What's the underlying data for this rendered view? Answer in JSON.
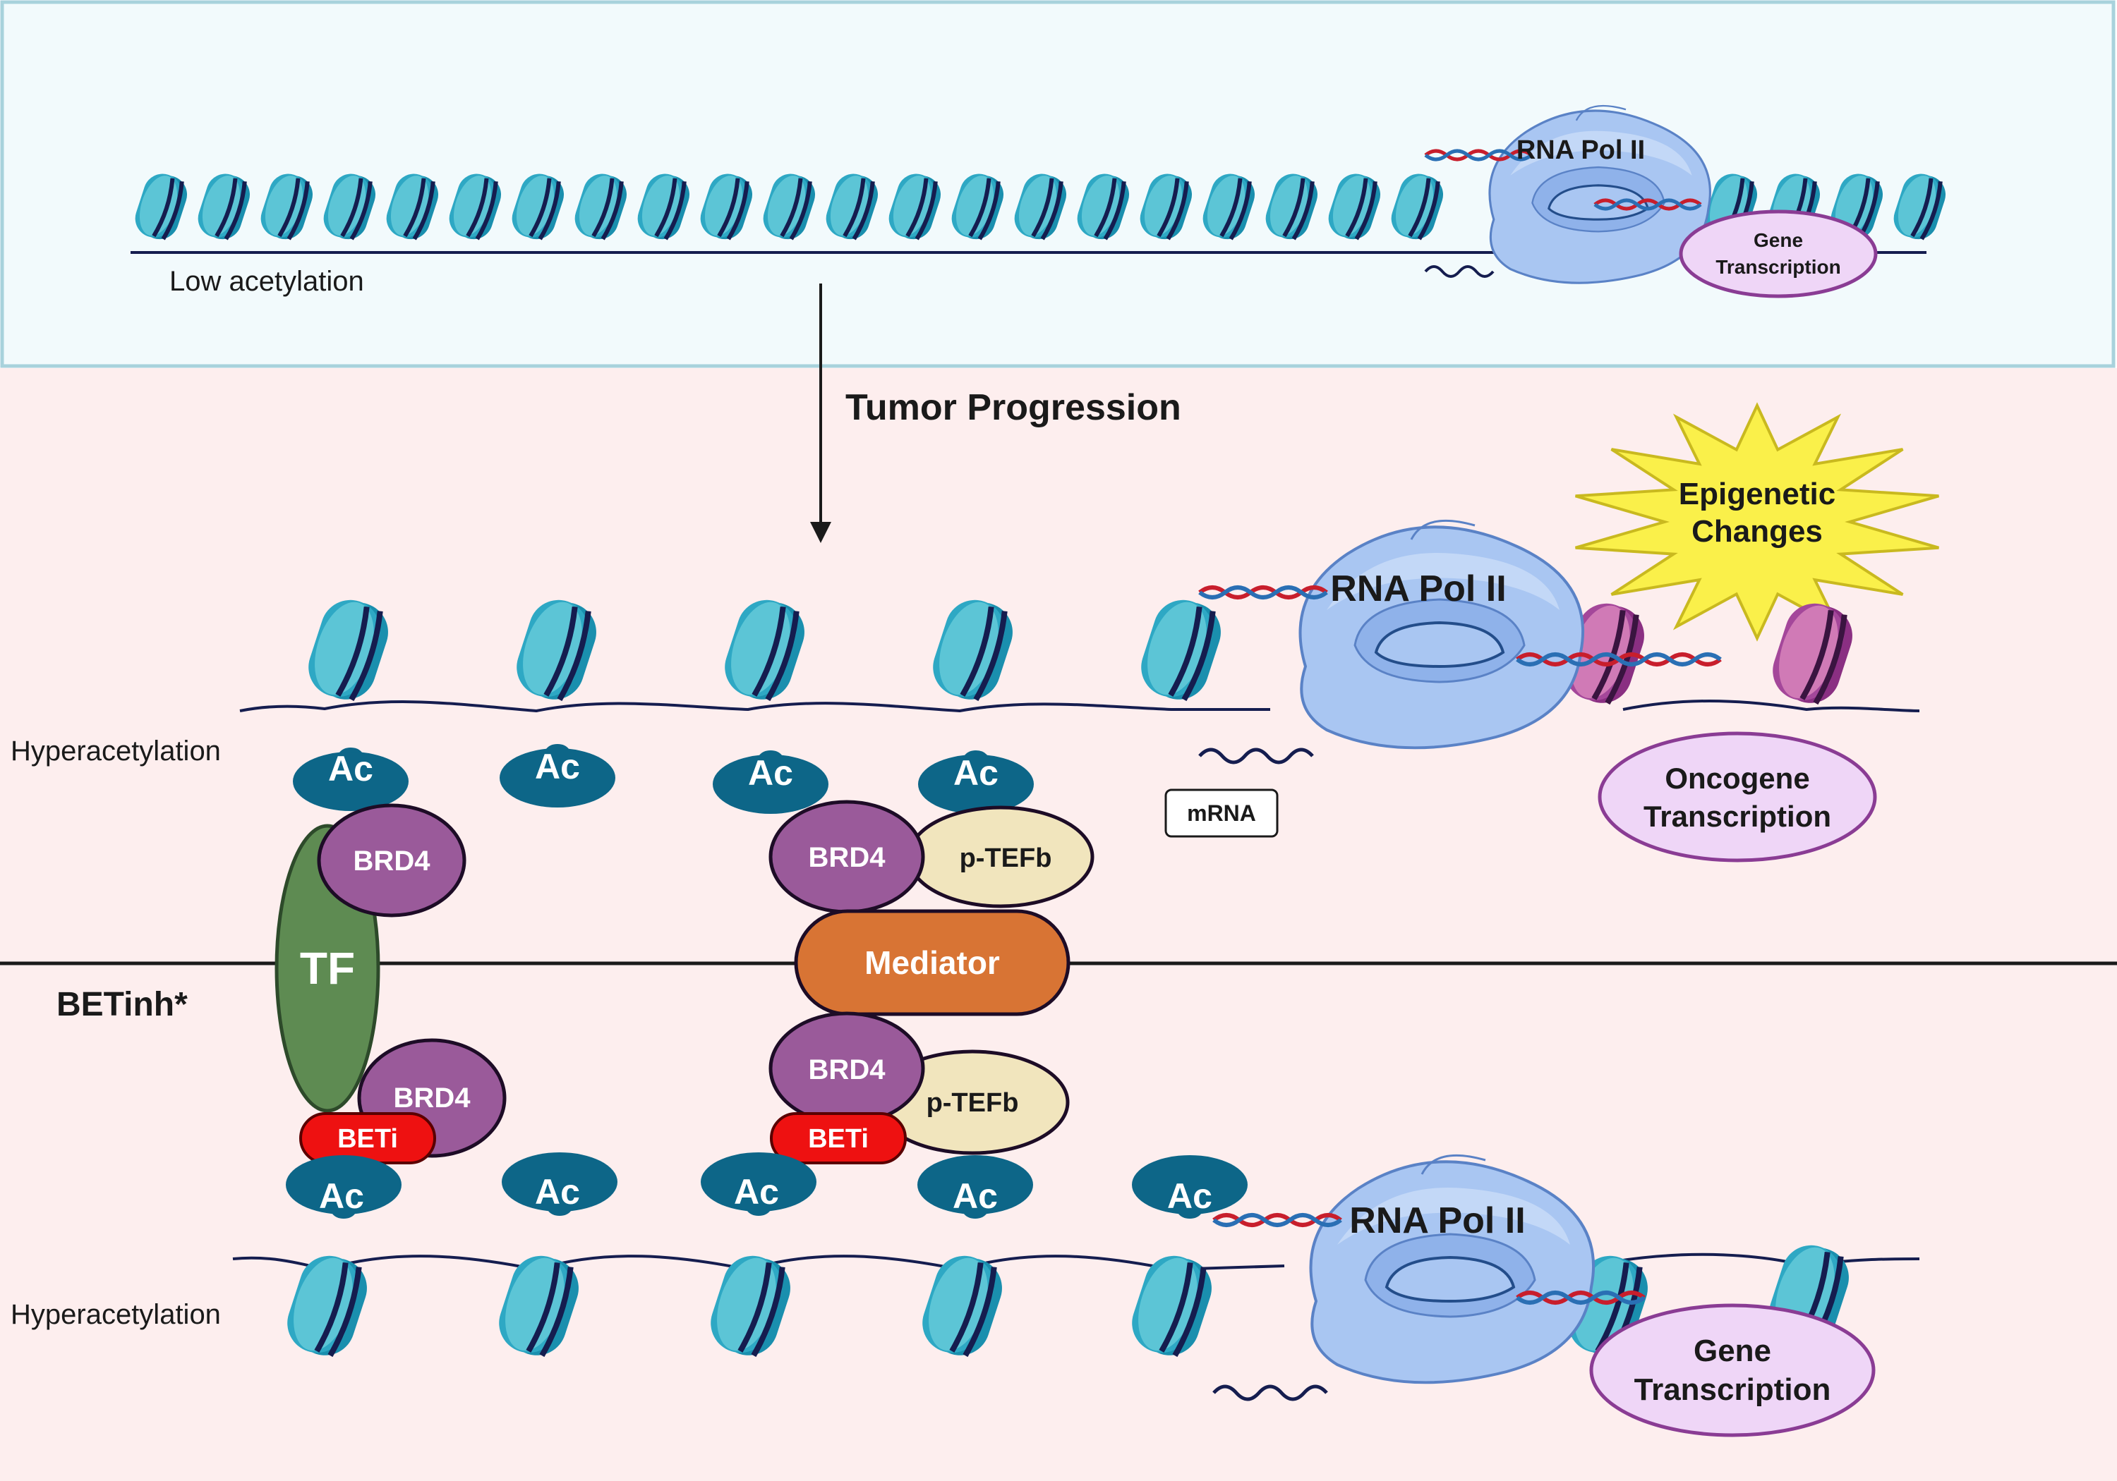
{
  "top_panel": {
    "chromatin_state": "Low acetylation",
    "polymerase": "RNA Pol II",
    "output_line1": "Gene",
    "output_line2": "Transcription"
  },
  "transition_label": "Tumor Progression",
  "middle_panel": {
    "chromatin_state": "Hyperacetylation",
    "polymerase": "RNA Pol II",
    "burst_line1": "Epigenetic",
    "burst_line2": "Changes",
    "output_line1": "Oncogene",
    "output_line2": "Transcription",
    "mrna_label": "mRNA",
    "acetyl_mark": "Ac",
    "reader": "BRD4",
    "elongation_factor": "p-TEFb",
    "transcription_factor": "TF",
    "mediator": "Mediator"
  },
  "bottom_panel": {
    "treatment_label": "BETinh*",
    "chromatin_state": "Hyperacetylation",
    "polymerase": "RNA Pol II",
    "output_line1": "Gene",
    "output_line2": "Transcription",
    "inhibitor": "BETi",
    "acetyl_mark": "Ac",
    "reader": "BRD4",
    "elongation_factor": "p-TEFb"
  },
  "colors": {
    "top_bg": "#f2fafc",
    "top_border": "#a8d2dc",
    "lower_bg": "#fdeeee",
    "nucleosome": "#2ea8c4",
    "nucleosome_light": "#5cc5d6",
    "nucleosome_dark": "#0f7890",
    "acetyl": "#0d6688",
    "brd4": "#9a5a9a",
    "ptefb": "#f1e5bd",
    "tf": "#5e8b52",
    "mediator": "#d87434",
    "beti": "#ee1111",
    "polymerase": "#a9c6f2",
    "output_bubble": "#efd6f7",
    "burst": "#faf04a",
    "oncogenic_nucleosome": "#a4479a"
  }
}
